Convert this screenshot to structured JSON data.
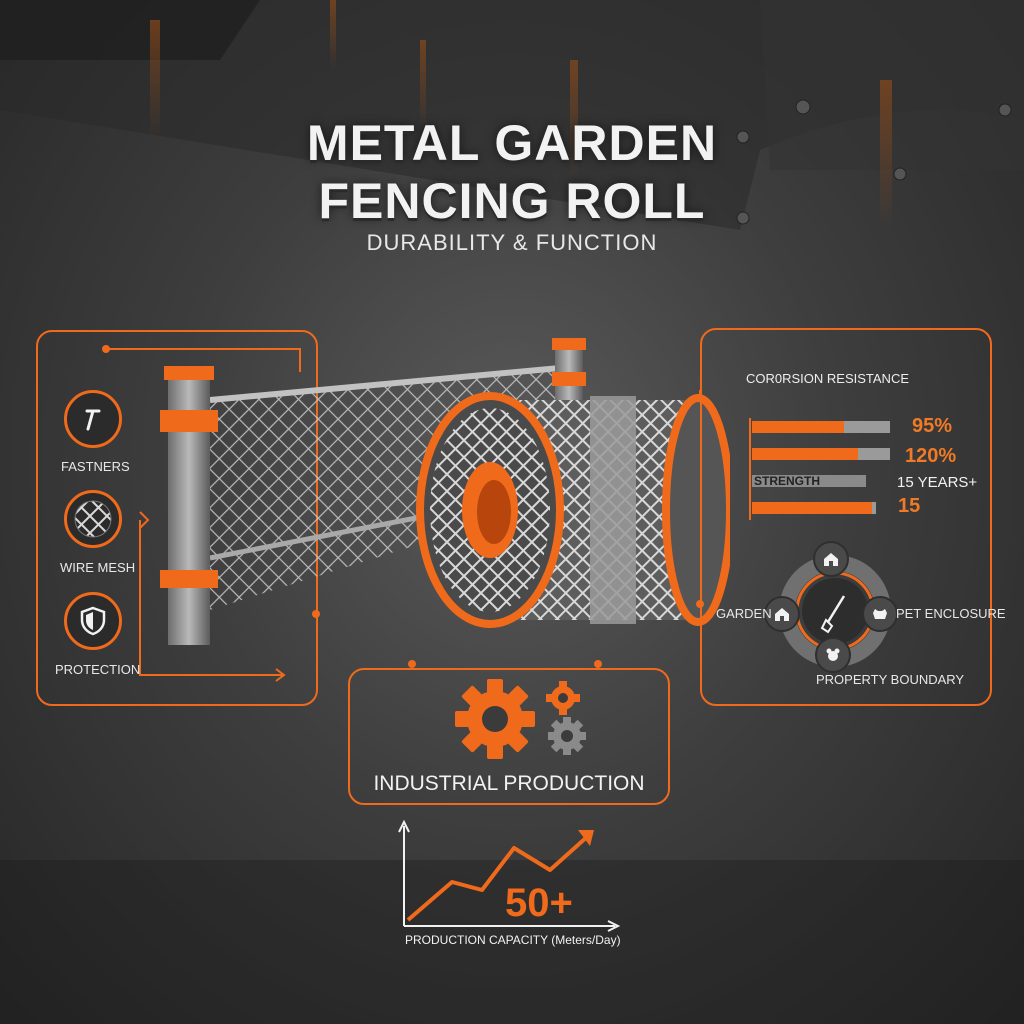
{
  "header": {
    "title_line1": "METAL GARDEN",
    "title_line2": "FENCING ROLL",
    "subtitle": "DURABILITY & FUNCTION"
  },
  "features": {
    "items": [
      {
        "label": "FASTNERS",
        "icon": "nail-icon"
      },
      {
        "label": "WIRE MESH",
        "icon": "wire-mesh-icon"
      },
      {
        "label": "PROTECTION",
        "icon": "shield-icon"
      }
    ]
  },
  "stats": {
    "title": "COR0RSION RESISTANCE",
    "rows": [
      {
        "label": "",
        "value_text": "95%",
        "fill": 0.67
      },
      {
        "label": "",
        "value_text": "120%",
        "fill": 0.77
      },
      {
        "label": "STRENGTH",
        "value_text": "15 YEARS+",
        "fill": 0.0
      },
      {
        "label": "",
        "value_text": "15",
        "fill": 0.97
      }
    ]
  },
  "uses": {
    "garden": "GARDEN",
    "pet_enclosure": "PET ENCLOSURE",
    "property_boundary": "PROPERTY BOUNDARY"
  },
  "production": {
    "label": "INDUSTRIAL PRODUCTION"
  },
  "capacity": {
    "value": "50+",
    "label": "PRODUCTION CAPACITY (Meters/Day)"
  },
  "colors": {
    "accent": "#f06a1c",
    "background": "#3e3e3e",
    "text": "#f2f2f2"
  }
}
